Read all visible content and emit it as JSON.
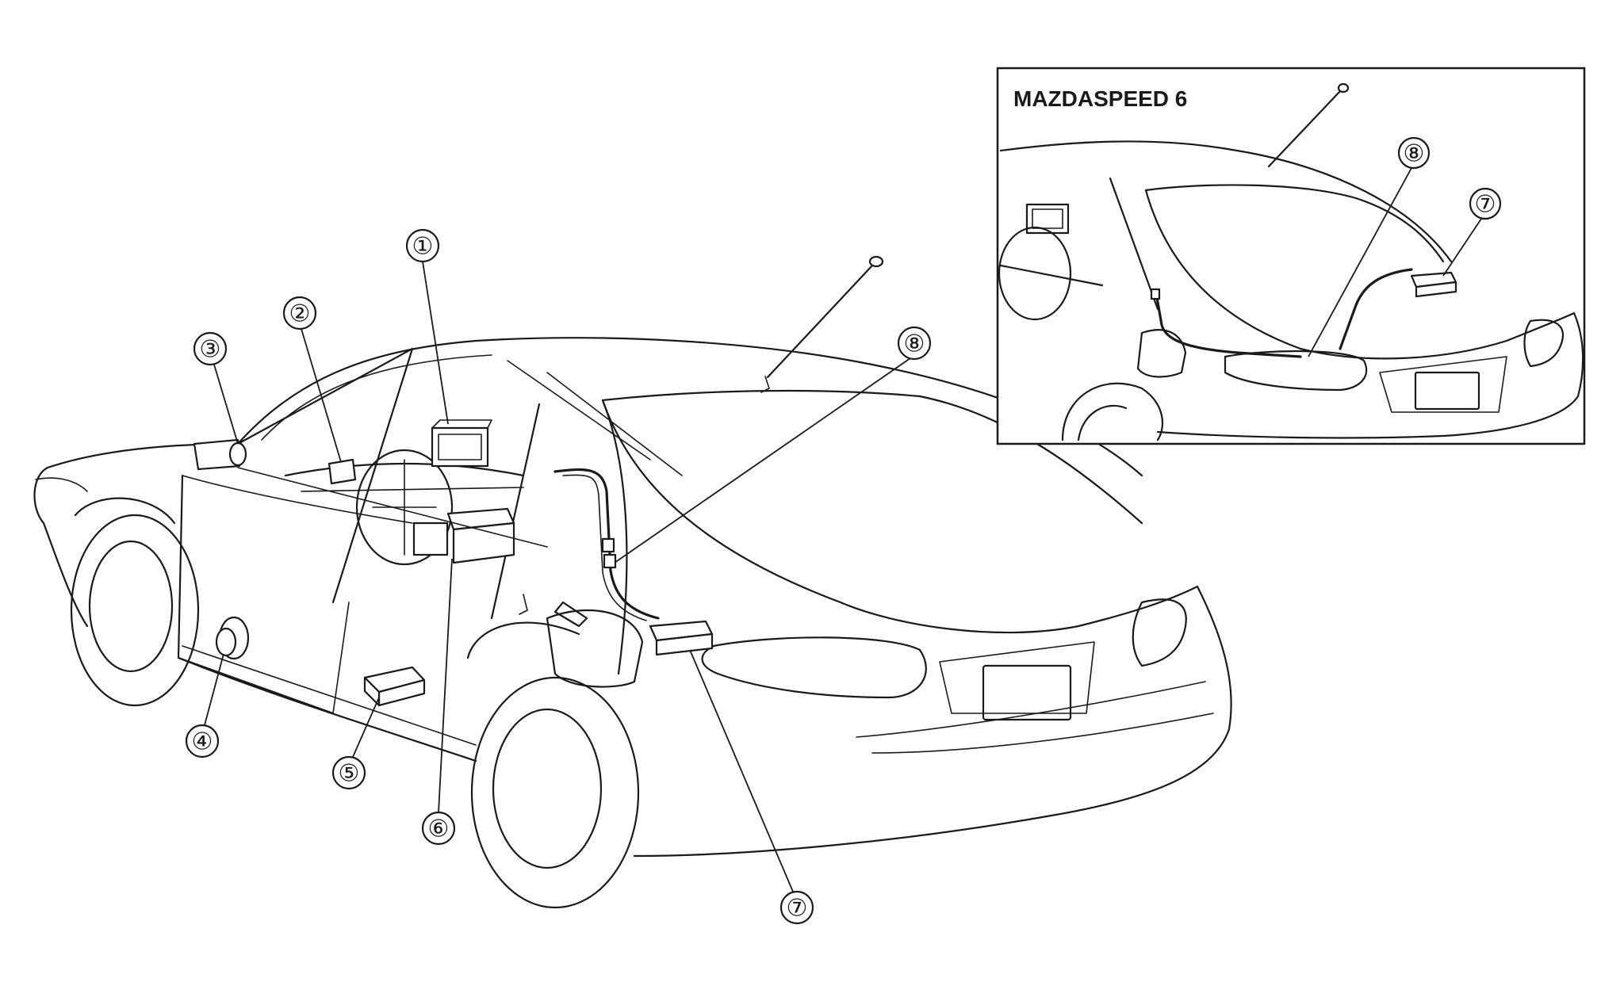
{
  "inset": {
    "title": "MAZDASPEED 6"
  },
  "callouts": {
    "c1": "①",
    "c2": "②",
    "c3": "③",
    "c4": "④",
    "c5": "⑤",
    "c6": "⑥",
    "c7": "⑦",
    "c8": "⑧"
  },
  "inset_callouts": {
    "c7": "⑦",
    "c8": "⑧"
  }
}
